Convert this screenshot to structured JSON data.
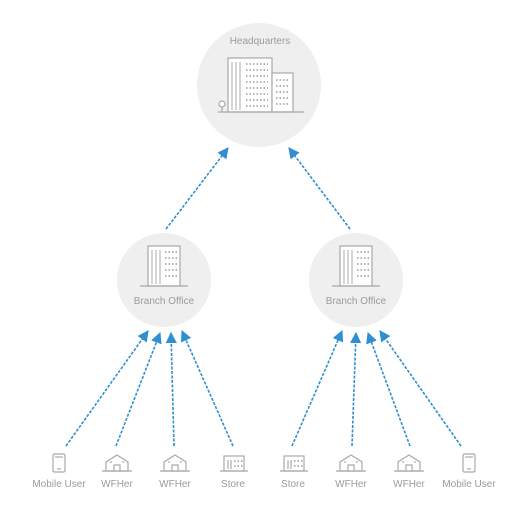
{
  "headquarters": {
    "label": "Headquarters",
    "icon": "office-towers-icon"
  },
  "branches": [
    {
      "label": "Branch Office",
      "icon": "office-building-icon"
    },
    {
      "label": "Branch Office",
      "icon": "office-building-icon"
    }
  ],
  "endpoints": [
    {
      "label": "Mobile User",
      "icon": "mobile-phone-icon"
    },
    {
      "label": "WFHer",
      "icon": "house-icon"
    },
    {
      "label": "WFHer",
      "icon": "house-icon"
    },
    {
      "label": "Store",
      "icon": "store-icon"
    },
    {
      "label": "Store",
      "icon": "store-icon"
    },
    {
      "label": "WFHer",
      "icon": "house-icon"
    },
    {
      "label": "WFHer",
      "icon": "house-icon"
    },
    {
      "label": "Mobile User",
      "icon": "mobile-phone-icon"
    }
  ],
  "colors": {
    "connector": "#2f8fd0",
    "node_fill": "#efefef",
    "icon_stroke": "#a9a9a9",
    "label": "#9b9b9b"
  }
}
